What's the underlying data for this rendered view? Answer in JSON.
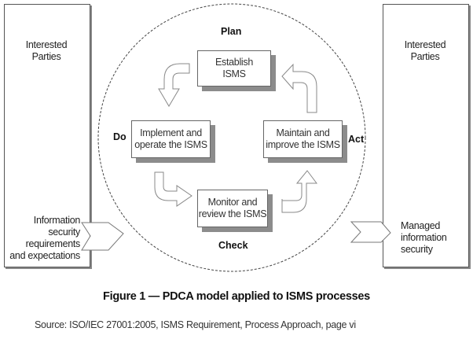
{
  "diagram": {
    "left_party": {
      "title": "Interested Parties",
      "title_lines": [
        "Interested",
        "Parties"
      ],
      "input_lines": [
        "Information",
        "security",
        "requirements",
        "and expectations"
      ]
    },
    "right_party": {
      "title_lines": [
        "Interested",
        "Parties"
      ],
      "output_lines": [
        "Managed",
        "information",
        "security"
      ]
    },
    "phases": {
      "plan": "Plan",
      "do": "Do",
      "check": "Check",
      "act": "Act"
    },
    "processes": {
      "establish": [
        "Establish",
        "ISMS"
      ],
      "implement": [
        "Implement and",
        "operate the ISMS"
      ],
      "monitor": [
        "Monitor and",
        "review the ISMS"
      ],
      "maintain": [
        "Maintain and",
        "improve the ISMS"
      ]
    },
    "icons": {
      "cycle_arrows": [
        "curved-arrow-down-left",
        "curved-arrow-down-right",
        "curved-arrow-up-right",
        "curved-arrow-up-left"
      ],
      "flow_arrows": [
        "chevron-arrow-in",
        "chevron-arrow-out"
      ]
    }
  },
  "caption": "Figure 1 — PDCA model applied to ISMS processes",
  "source": "Source: ISO/IEC 27001:2005, ISMS Requirement, Process Approach, page vi"
}
